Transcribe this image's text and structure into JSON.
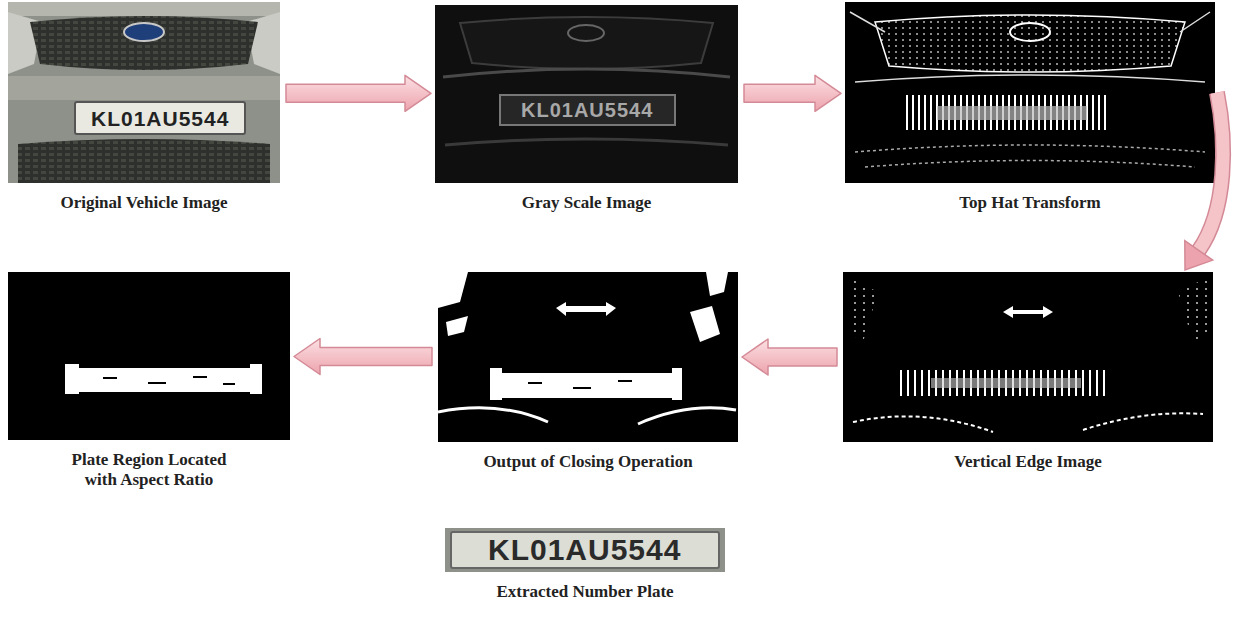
{
  "diagram": {
    "nodes": [
      {
        "text": [
          "Original Vehicle Image"
        ]
      },
      {
        "text": [
          "Gray Scale Image"
        ]
      },
      {
        "text": [
          "Top Hat Transform"
        ]
      },
      {
        "text": [
          "Plate Region Located with Aspect Ratio"
        ]
      },
      {
        "text": [
          "Output of Closing Operation"
        ]
      },
      {
        "text": [
          "Vertical Edge Image"
        ]
      },
      {
        "text": [
          "Extracted Number Plate"
        ]
      }
    ],
    "edges": [
      {
        "from": 0,
        "to": 1,
        "arrow": "to"
      },
      {
        "from": 1,
        "to": 2,
        "arrow": "to"
      },
      {
        "from": 2,
        "to": 5,
        "arrow": "to"
      },
      {
        "from": 5,
        "to": 4,
        "arrow": "to"
      },
      {
        "from": 4,
        "to": 3,
        "arrow": "to"
      }
    ],
    "labels": [
      "KL01AU5544",
      "KL01AU5544",
      "KL01AU5544"
    ]
  }
}
